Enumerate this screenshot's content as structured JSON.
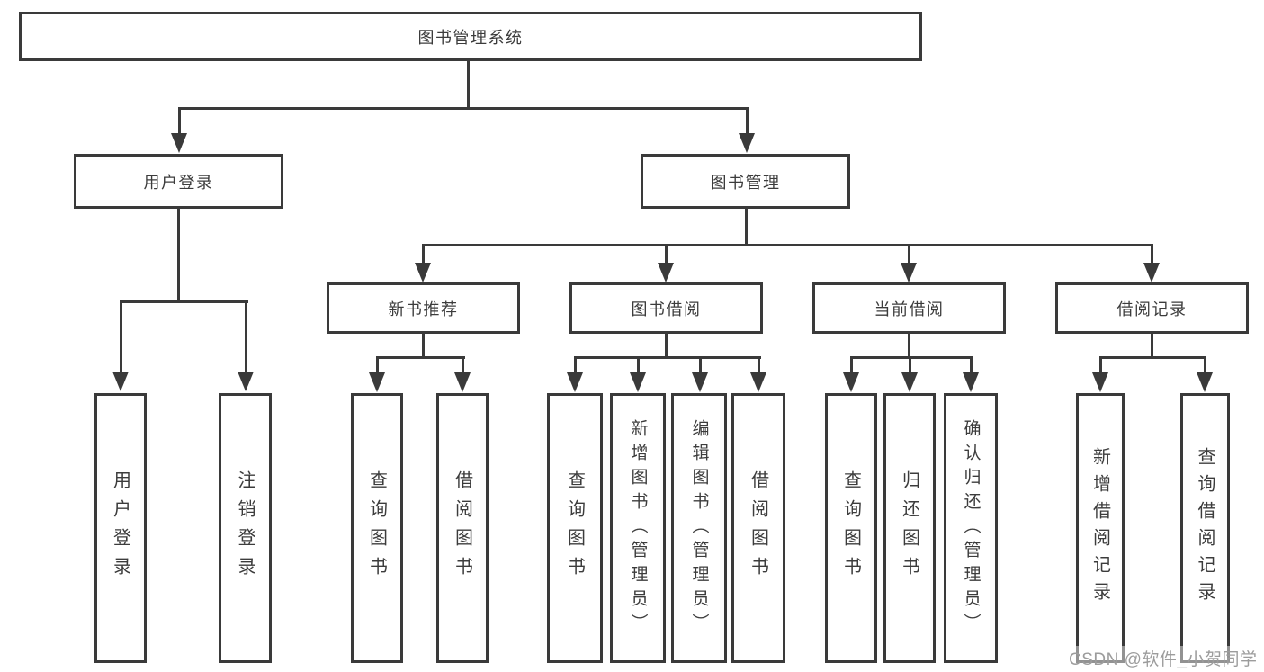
{
  "diagram": {
    "root": {
      "label": "图书管理系统"
    },
    "branches": [
      {
        "label": "用户登录",
        "children": [
          {
            "label": "用户登录"
          },
          {
            "label": "注销登录"
          }
        ]
      },
      {
        "label": "图书管理",
        "children": [
          {
            "label": "新书推荐",
            "children": [
              {
                "label": "查询图书"
              },
              {
                "label": "借阅图书"
              }
            ]
          },
          {
            "label": "图书借阅",
            "children": [
              {
                "label": "查询图书"
              },
              {
                "label": "新增图书（管理员）"
              },
              {
                "label": "编辑图书（管理员）"
              },
              {
                "label": "借阅图书"
              }
            ]
          },
          {
            "label": "当前借阅",
            "children": [
              {
                "label": "查询图书"
              },
              {
                "label": "归还图书"
              },
              {
                "label": "确认归还（管理员）"
              }
            ]
          },
          {
            "label": "借阅记录",
            "children": [
              {
                "label": "新增借阅记录"
              },
              {
                "label": "查询借阅记录"
              }
            ]
          }
        ]
      }
    ]
  },
  "watermark": {
    "text": "CSDN @软件_小贺同学"
  },
  "colors": {
    "line": "#3a3a3a",
    "text": "#3c3c3c",
    "background": "#ffffff",
    "watermark": "#9c9c9c"
  }
}
